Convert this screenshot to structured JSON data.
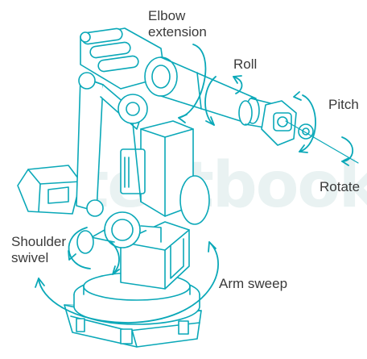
{
  "labels": {
    "elbow": "Elbow\nextension",
    "roll": "Roll",
    "pitch": "Pitch",
    "rotate": "Rotate",
    "shoulder": "Shoulder\nswivel",
    "arm_sweep": "Arm sweep"
  },
  "watermark": "testbook",
  "colors": {
    "line": "#0aa8b8",
    "fill": "#ffffff",
    "text": "#3a3a3a",
    "watermark": "#e9f2f2"
  }
}
